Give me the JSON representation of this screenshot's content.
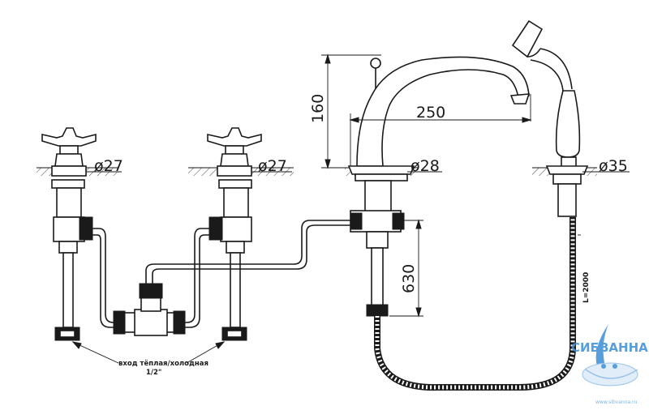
{
  "dimensions": {
    "d_left_valve": "ø27",
    "d_right_valve": "ø27",
    "d_spout": "ø28",
    "d_shower": "ø35",
    "spout_reach": "250",
    "spout_height": "160",
    "hose_connection": "630",
    "hose_length": "L=2000"
  },
  "note": {
    "line1": "вход тёплая/холодная",
    "line2": "1/2\""
  },
  "logo": {
    "name": "СИБВАННА",
    "url": "www.sibvanna.ru",
    "color": "#3a8fd6"
  }
}
